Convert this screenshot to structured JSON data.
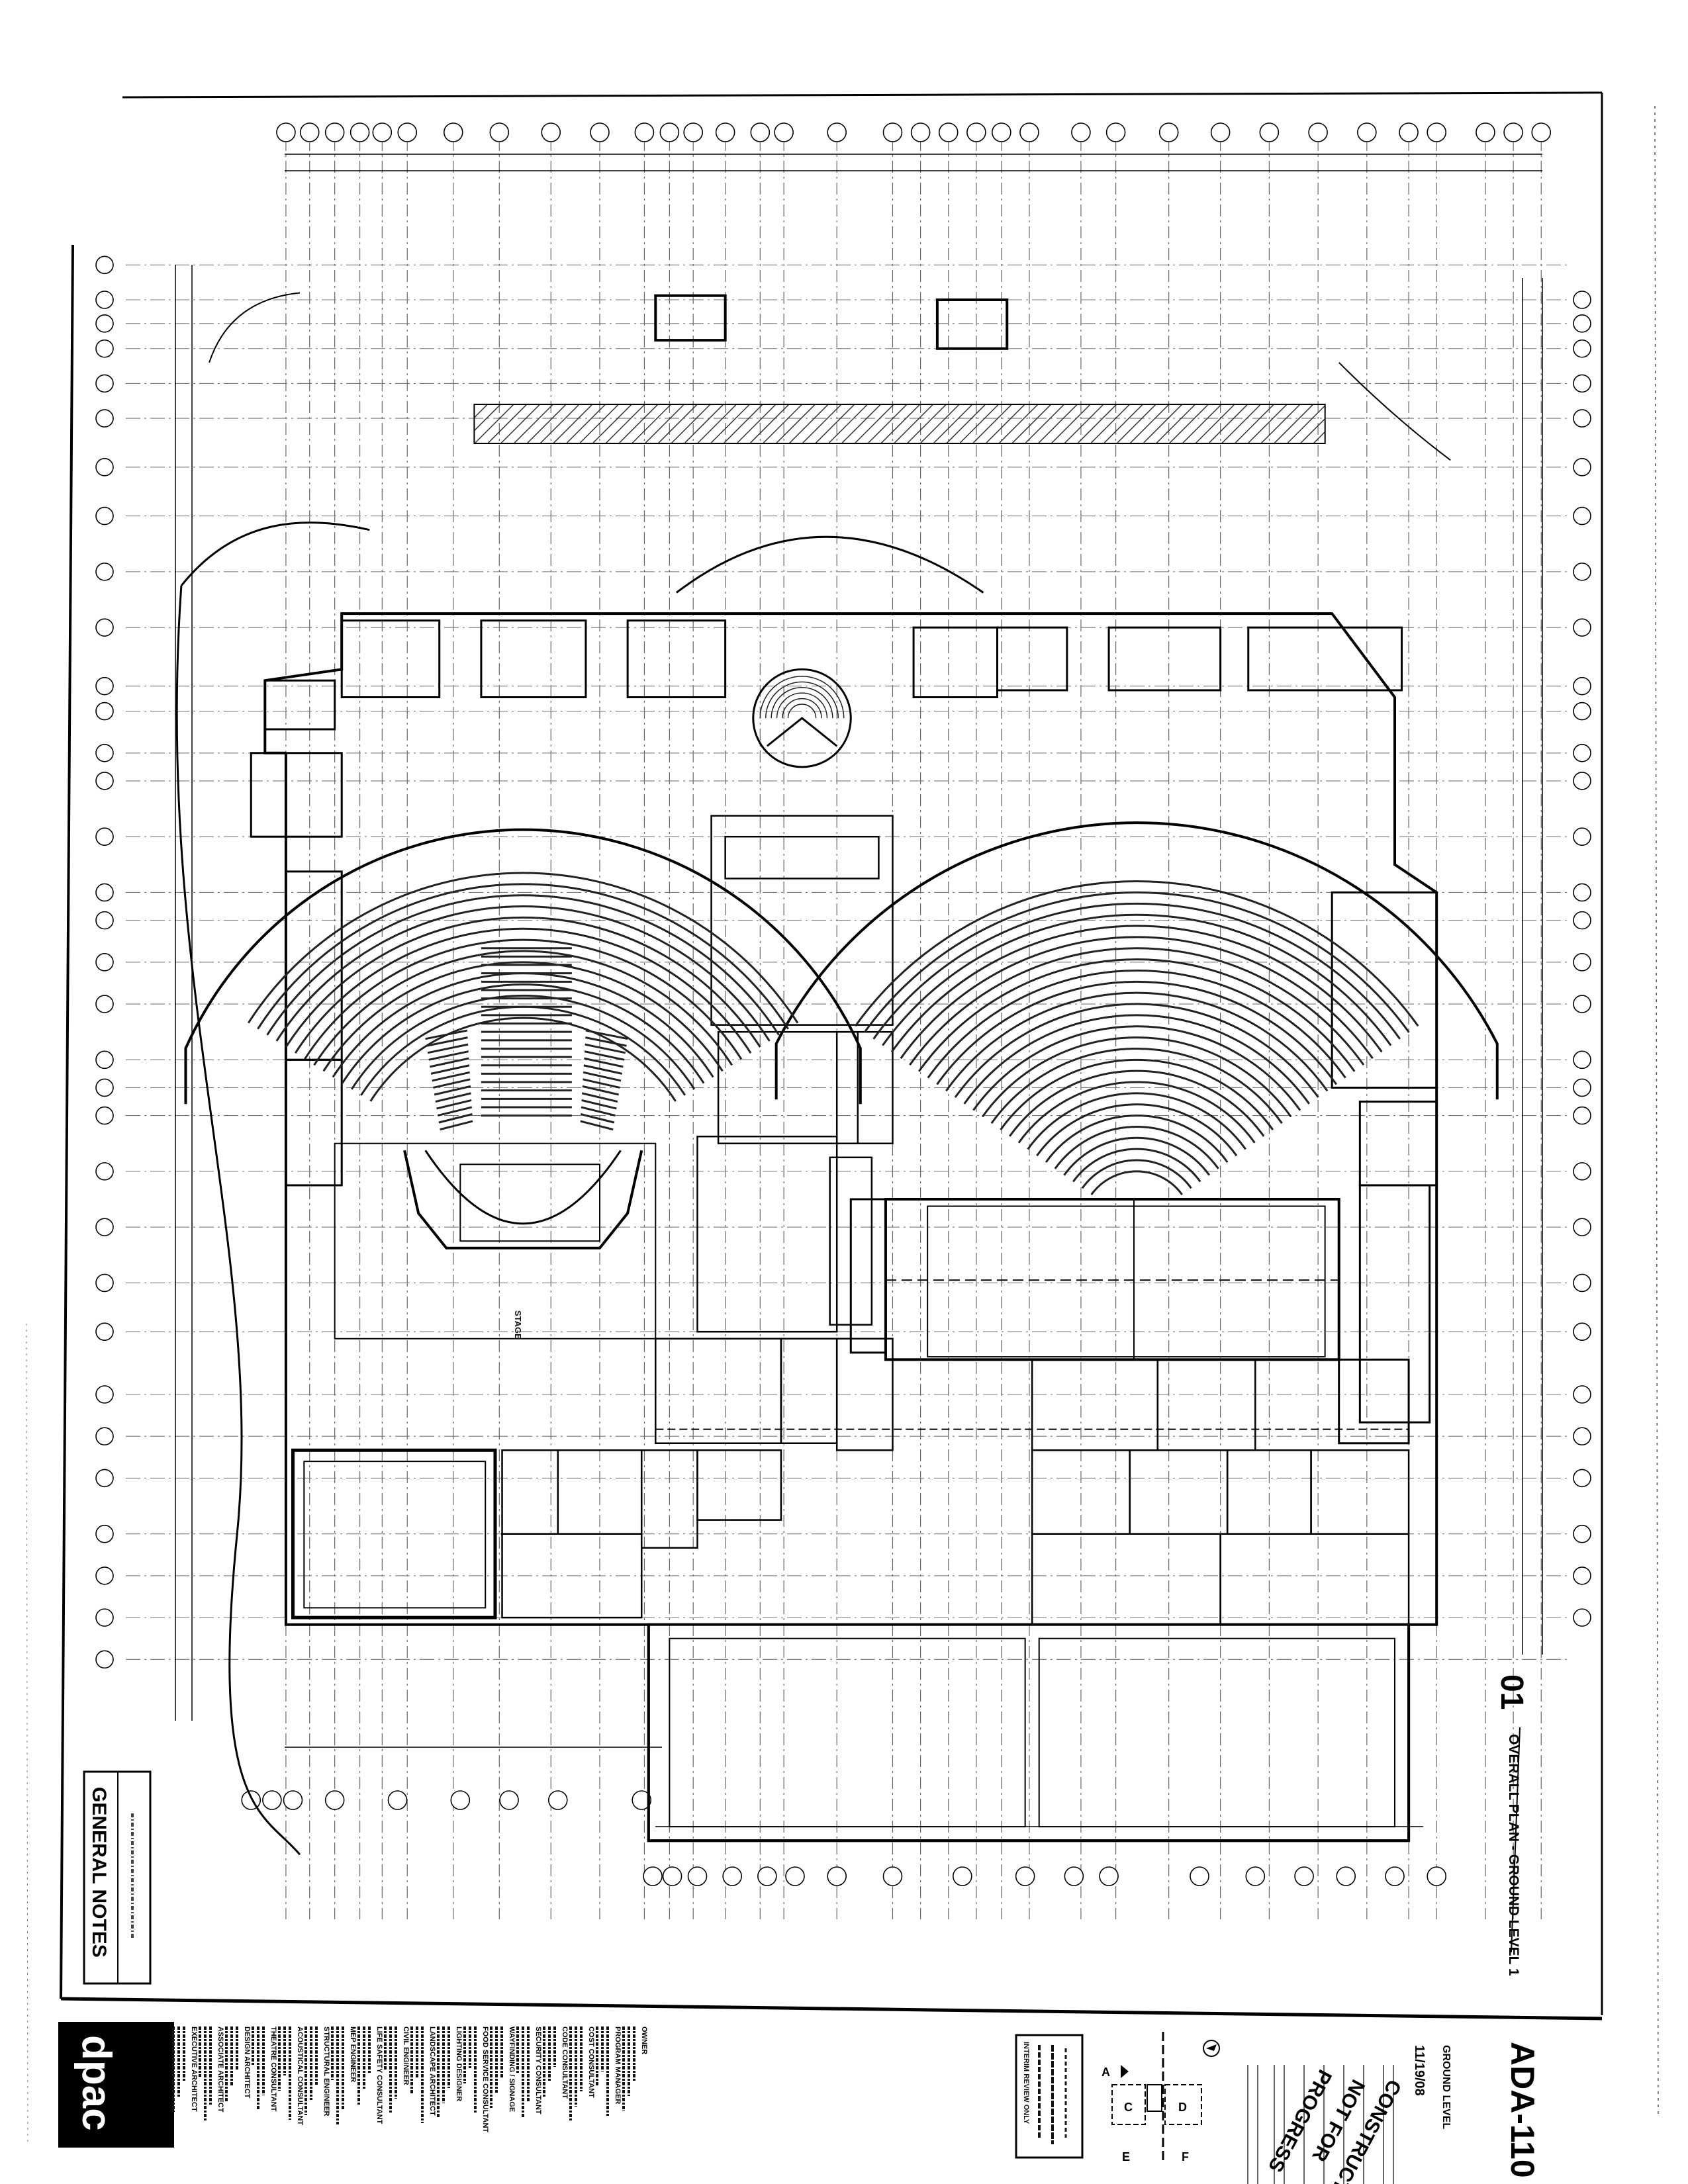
{
  "drawing": {
    "number": "01",
    "title": "OVERALL PLAN - GROUND LEVEL 1",
    "room_labels": {
      "left_stage": "STAGE"
    }
  },
  "general_notes": {
    "heading": "GENERAL NOTES"
  },
  "title_block": {
    "logo": "dpac",
    "consultants": [
      "EXECUTIVE ARCHITECT",
      "ASSOCIATE ARCHITECT",
      "DESIGN ARCHITECT",
      "THEATRE CONSULTANT",
      "ACOUSTICAL CONSULTANT",
      "STRUCTURAL ENGINEER",
      "MEP ENGINEER",
      "LIFE SAFETY CONSULTANT",
      "CIVIL ENGINEER",
      "LANDSCAPE ARCHITECT",
      "LIGHTING DESIGNER",
      "FOOD SERVICE CONSULTANT",
      "WAYFINDING / SIGNAGE",
      "SECURITY CONSULTANT",
      "CODE CONSULTANT",
      "COST CONSULTANT",
      "PROGRAM MANAGER",
      "OWNER"
    ],
    "stamp": "INTERIM REVIEW ONLY",
    "key_plan_letters": [
      "A",
      "C",
      "D",
      "E",
      "F"
    ],
    "watermark": [
      "PROGRESS",
      "NOT FOR",
      "CONSTRUCTION"
    ],
    "sheet_title": "GROUND LEVEL",
    "date": "11/19/08",
    "sheet_number": "ADA-110"
  }
}
